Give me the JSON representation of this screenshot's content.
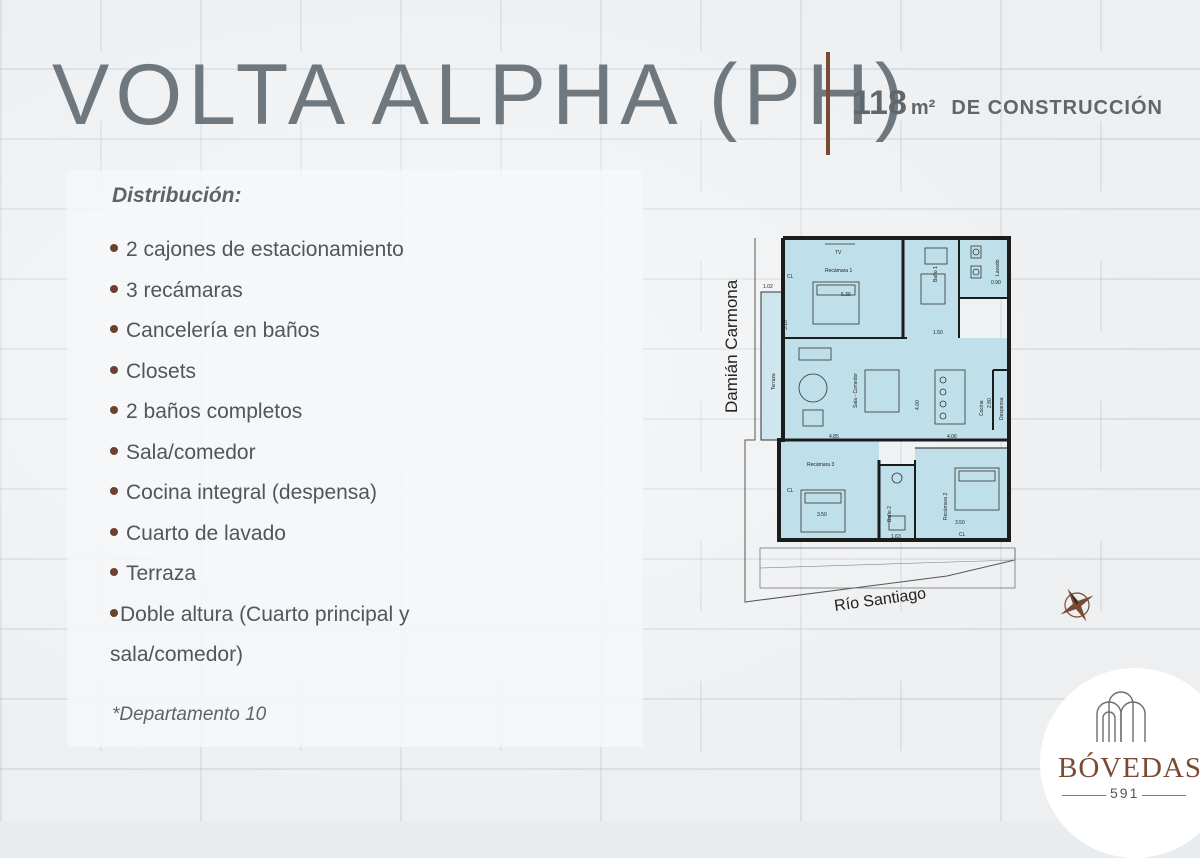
{
  "header": {
    "title": "VOLTA ALPHA (PH)",
    "area_value": "118",
    "area_unit": "m²",
    "area_label": "DE CONSTRUCCIÓN"
  },
  "distribution": {
    "title": "Distribución:",
    "items": [
      "2 cajones de estacionamiento",
      "3 recámaras",
      "Cancelería en baños",
      "Closets",
      "2 baños completos",
      "Sala/comedor",
      "Cocina integral (despensa)",
      "Cuarto de lavado",
      "Terraza"
    ],
    "last_item_line1": "Doble altura (Cuarto principal y",
    "last_item_line2": "sala/comedor)",
    "note": "*Departamento 10"
  },
  "plan": {
    "street_left": "Damián Carmona",
    "street_bottom": "Río Santiago",
    "rooms": {
      "bed1": "Recámara 1",
      "bed2": "Recámara 2",
      "bed3": "Recámara 3",
      "bath1": "Baño 1",
      "bath2": "Baño 2",
      "living": "Sala - Comedor",
      "kitchen": "Cocina",
      "pantry": "Despensa",
      "terrace": "Terraza",
      "laundry": "Lavado",
      "tv": "TV",
      "closet": "CL",
      "dim_536": "5.36",
      "dim_350": "3.50",
      "dim_485": "4.85",
      "dim_406": "4.06",
      "dim_150": "1.50",
      "dim_163": "1.63",
      "dim_400": "4.00",
      "dim_102": "1.02",
      "dim_090": "0.90",
      "dim_280": "2.80",
      "dim_310": "3.10"
    },
    "colors": {
      "room_fill": "#bfe0ea",
      "wall": "#1c1c1c"
    }
  },
  "brand": {
    "name": "BÓVEDAS",
    "number": "591",
    "accent": "#7a4a33"
  }
}
